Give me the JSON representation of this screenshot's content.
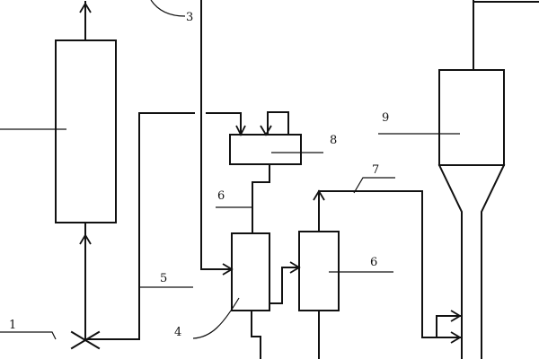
{
  "labels": {
    "l1": "1",
    "l3": "3",
    "l4": "4",
    "l5": "5",
    "l6a": "6",
    "l6b": "6",
    "l7": "7",
    "l8": "8",
    "l9": "9"
  }
}
